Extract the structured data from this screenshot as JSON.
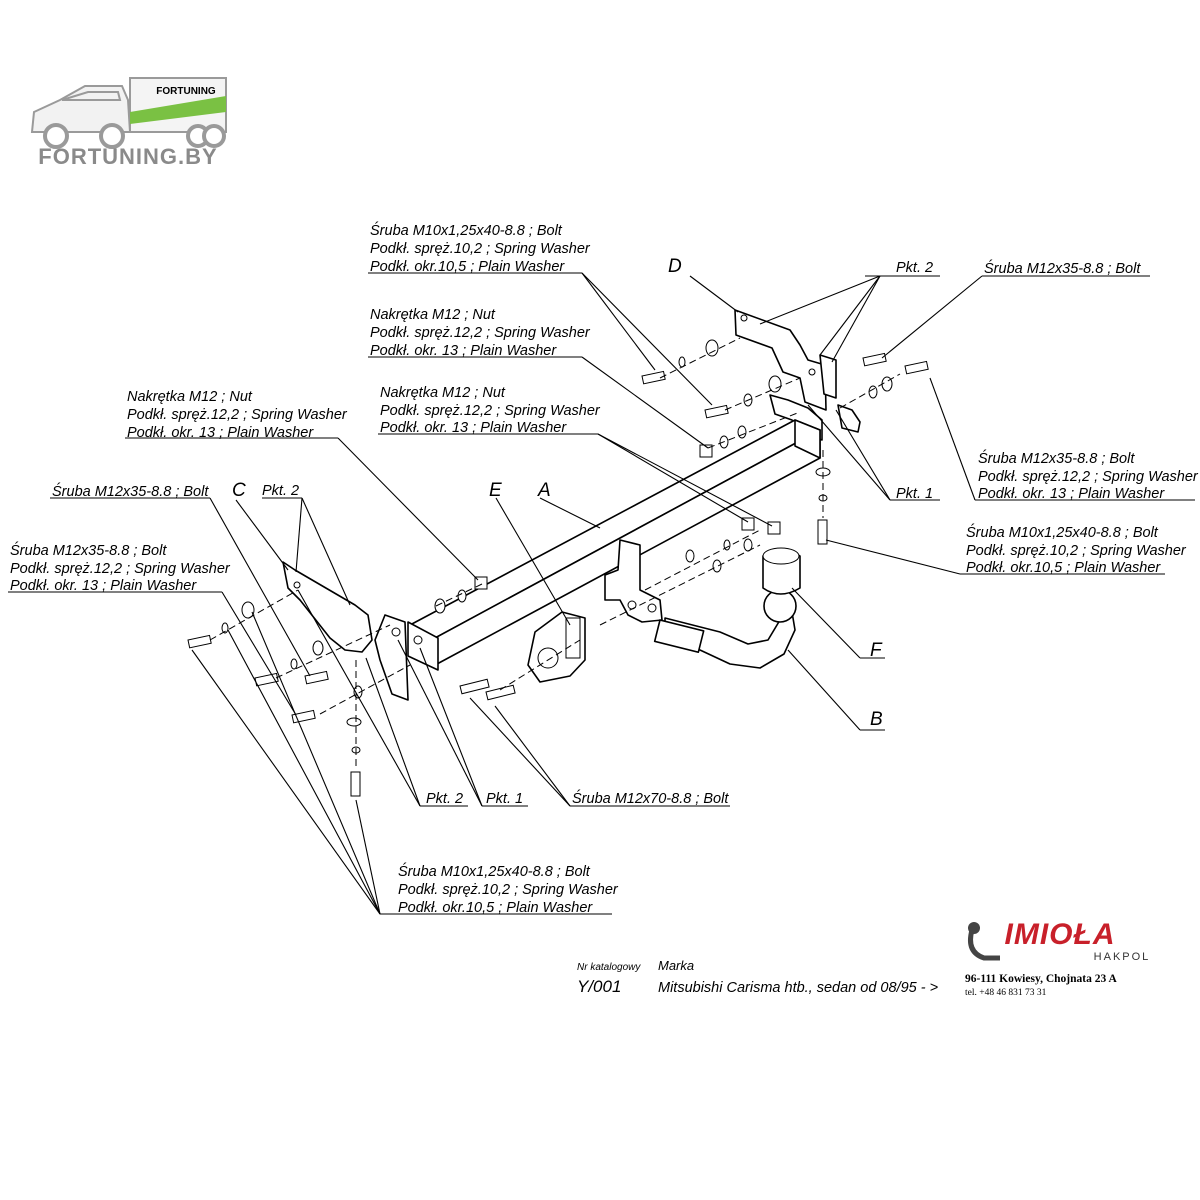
{
  "watermark": {
    "text": "FORTUNING.BY",
    "badge": "FORTUNING",
    "color": "#8a8a8a",
    "accent": "#7ac143"
  },
  "callouts": {
    "top_bolt": [
      "Śruba M10x1,25x40-8.8 ;  Bolt",
      "Podkł. spręż.10,2 ; Spring Washer",
      "Podkł. okr.10,5 ; Plain Washer"
    ],
    "nut_top": [
      "Nakrętka  M12 ; Nut",
      "Podkł. spręż.12,2 ; Spring Washer",
      "Podkł. okr. 13 ; Plain Washer"
    ],
    "nut_mid": [
      "Nakrętka  M12 ; Nut",
      "Podkł. spręż.12,2 ; Spring Washer",
      "Podkł. okr. 13 ; Plain Washer"
    ],
    "nut_left": [
      "Nakrętka  M12 ; Nut",
      "Podkł. spręż.12,2 ; Spring Washer",
      "Podkł. okr. 13 ; Plain Washer"
    ],
    "bolt_left_single": "Śruba M12x35-8.8 ;  Bolt",
    "bolt_left_multi": [
      "Śruba M12x35-8.8 ;  Bolt",
      "Podkł. spręż.12,2 ; Spring Washer",
      "Podkł. okr. 13 ; Plain Washer"
    ],
    "bolt_right_single": "Śruba M12x35-8.8 ;  Bolt",
    "bolt_right_multi": [
      "Śruba M12x35-8.8 ;  Bolt",
      "Podkł. spręż.12,2 ; Spring Washer",
      "Podkł. okr. 13 ; Plain Washer"
    ],
    "bolt_right_m10": [
      "Śruba M10x1,25x40-8.8 ;  Bolt",
      "Podkł. spręż.10,2 ; Spring Washer",
      "Podkł. okr.10,5 ; Plain Washer"
    ],
    "bolt_m12x70": "Śruba M12x70-8.8 ;  Bolt",
    "bottom_bolt": [
      "Śruba M10x1,25x40-8.8 ;  Bolt",
      "Podkł. spręż.10,2 ; Spring Washer",
      "Podkł. okr.10,5 ; Plain Washer"
    ],
    "pkt2_top": "Pkt. 2",
    "pkt1_right": "Pkt. 1",
    "pkt2_left": "Pkt. 2",
    "pkt2_bottom": "Pkt. 2",
    "pkt1_bottom": "Pkt. 1"
  },
  "letters": {
    "a": "A",
    "b": "B",
    "c": "C",
    "d": "D",
    "e": "E",
    "f": "F"
  },
  "catalog": {
    "nr_label": "Nr katalogowy",
    "nr_value": "Y/001",
    "marka_label": "Marka",
    "marka_value": "Mitsubishi Carisma htb., sedan   od 08/95 - >"
  },
  "brand": {
    "name": "IMIOŁA",
    "sub": "HAKPOL",
    "address": "96-111 Kowiesy, Chojnata 23 A",
    "tel": "tel. +48 46 831 73 31",
    "color": "#c8202a"
  }
}
